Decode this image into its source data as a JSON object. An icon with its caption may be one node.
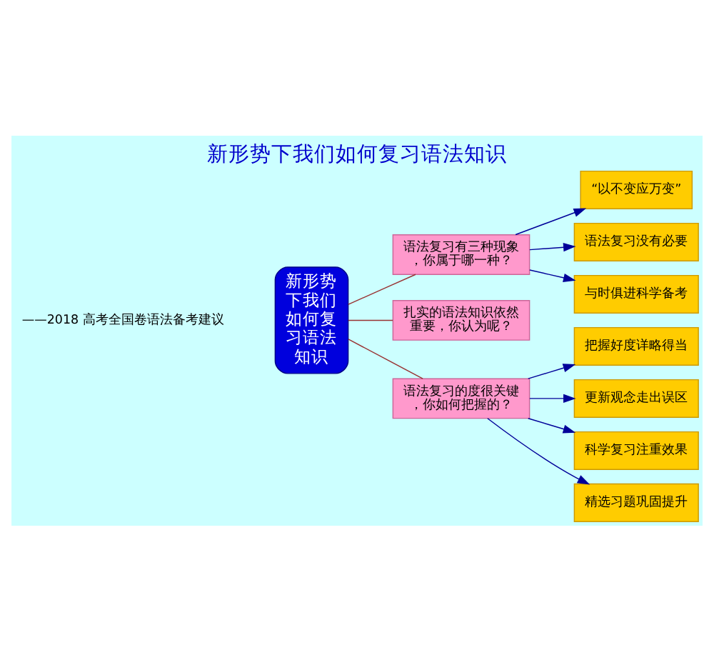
{
  "diagram": {
    "title": "新形势下我们如何复习语法知识",
    "nodes": [
      {
        "text": [
          "新形势下我们如何复习语法知识"
        ]
      },
      {
        "text": [
          "语法复习有三种现象，你属于哪一种？"
        ]
      },
      {
        "text": [
          "扎实的语法知识依然重要，你认为呢？"
        ]
      },
      {
        "text": [
          "语法复习的度很关键，你如何把握的？"
        ]
      },
      {
        "text": [
          "“以不变应万变”"
        ]
      },
      {
        "text": [
          "语法复习没有必要"
        ]
      },
      {
        "text": [
          "与时俱进科学备考"
        ]
      },
      {
        "text": [
          "把握好度详略得当"
        ]
      },
      {
        "text": [
          "更新观念走出误区"
        ]
      },
      {
        "text": [
          "科学复习注重效果"
        ]
      },
      {
        "text": [
          "精选习题巩固提升"
        ]
      }
    ],
    "edges": [
      {
        "from": 0,
        "to": 1,
        "arrow": "none",
        "color": "#993333"
      },
      {
        "from": 0,
        "to": 2,
        "arrow": "none",
        "color": "#993333"
      },
      {
        "from": 0,
        "to": 3,
        "arrow": "none",
        "color": "#993333"
      },
      {
        "from": 1,
        "to": 4,
        "arrow": "to"
      },
      {
        "from": 1,
        "to": 5,
        "arrow": "to"
      },
      {
        "from": 1,
        "to": 6,
        "arrow": "to"
      },
      {
        "from": 3,
        "to": 7,
        "arrow": "to"
      },
      {
        "from": 3,
        "to": 8,
        "arrow": "to"
      },
      {
        "from": 3,
        "to": 9,
        "arrow": "to"
      },
      {
        "from": 3,
        "to": 10,
        "arrow": "to"
      }
    ],
    "labels": [
      "——2018 高考全国卷语法备考建议"
    ]
  }
}
